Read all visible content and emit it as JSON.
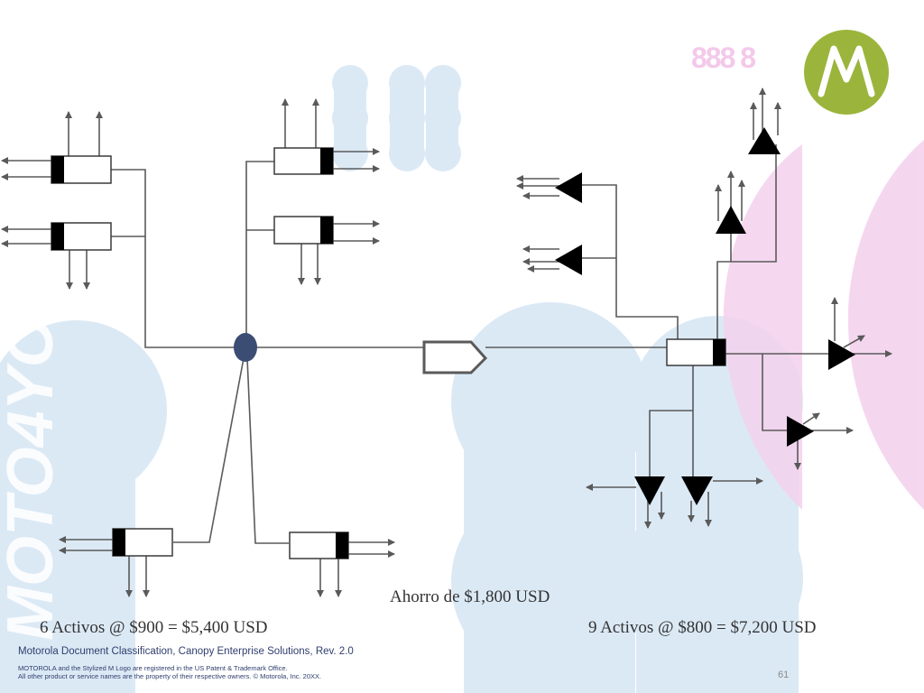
{
  "slide": {
    "watermark_text": "MOTO4YOU",
    "decor_numerals": "888 8",
    "savings_text": "Ahorro de $1,800 USD",
    "left_caption": "6 Activos @ $900 = $5,400 USD",
    "right_caption": "9 Activos @ $800 = $7,200 USD",
    "footer_title": "Motorola Document Classification, Canopy Enterprise Solutions, Rev. 2.0",
    "footer_legal_1": "MOTOROLA and the Stylized M Logo are registered in the US Patent & Trademark Office.",
    "footer_legal_2": "All other product or service names are the property of their respective owners. © Motorola, Inc. 20XX.",
    "page_number": "61"
  },
  "logo": {
    "name": "motorola-m-logo",
    "color": "#9bb53c"
  },
  "colors": {
    "line": "#5a5a5a",
    "hub": "#3b4d73",
    "decor_blue": "#dbe9f5",
    "decor_pink": "#f3d1ec"
  },
  "diagram": {
    "left_network": {
      "hub": "central node",
      "access_points": 6,
      "connector": "outlined pentagon arrow"
    },
    "right_network": {
      "access_point": "single rectangular unit",
      "subscriber_modules": 8
    }
  }
}
